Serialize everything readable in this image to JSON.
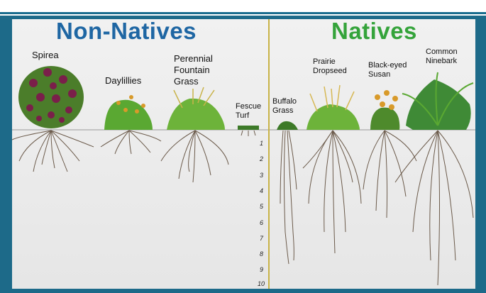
{
  "headings": {
    "non_natives": "Non-Natives",
    "natives": "Natives"
  },
  "plants": {
    "spirea": "Spirea",
    "daylillies": "Daylillies",
    "fountain_l1": "Perennial",
    "fountain_l2": "Fountain",
    "fountain_l3": "Grass",
    "fescue_l1": "Fescue",
    "fescue_l2": "Turf",
    "buffalo_l1": "Buffalo",
    "buffalo_l2": "Grass",
    "prairie_l1": "Prairie",
    "prairie_l2": "Dropseed",
    "blackeyed_l1": "Black-eyed",
    "blackeyed_l2": "Susan",
    "ninebark_l1": "Common",
    "ninebark_l2": "Ninebark"
  },
  "depth_scale": [
    "1",
    "2",
    "3",
    "4",
    "5",
    "6",
    "7",
    "8",
    "9",
    "10"
  ],
  "colors": {
    "frame": "#1d6a89",
    "non_native_heading": "#1e66a3",
    "native_heading": "#34a33a",
    "divider": "#c8b347",
    "roots": "#6b5a4a",
    "foliage": "#5aa832"
  }
}
